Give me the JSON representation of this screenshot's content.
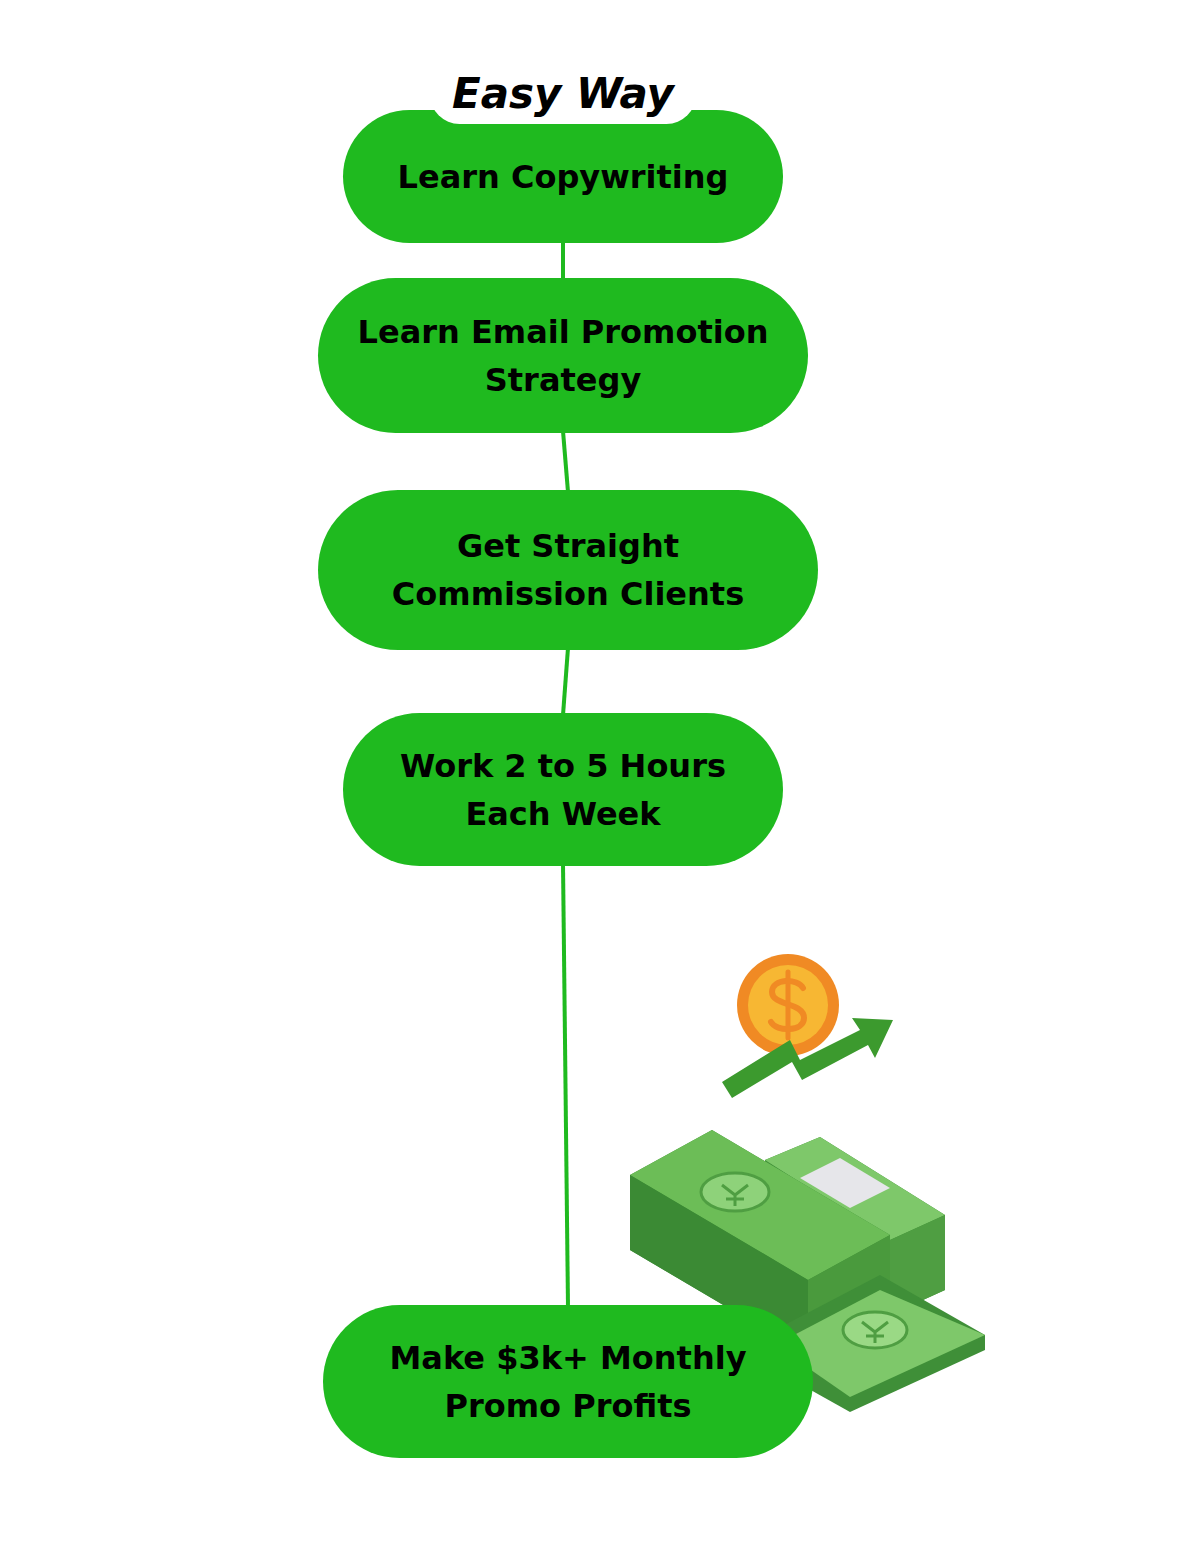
{
  "diagram": {
    "title": "Easy Way",
    "nodes": [
      {
        "text": [
          "Learn Copywriting"
        ]
      },
      {
        "text": [
          "Learn Email Promotion Strategy"
        ]
      },
      {
        "text": [
          "Get Straight Commission Clients"
        ]
      },
      {
        "text": [
          "Work 2 to 5 Hours Each Week"
        ]
      },
      {
        "text": [
          "Make $3k+ Monthly Promo Profits"
        ]
      }
    ],
    "edges": [
      {
        "from": 0,
        "to": 1,
        "arrow": "none"
      },
      {
        "from": 1,
        "to": 2,
        "arrow": "none"
      },
      {
        "from": 2,
        "to": 3,
        "arrow": "none"
      },
      {
        "from": 3,
        "to": 4,
        "arrow": "none"
      }
    ]
  }
}
